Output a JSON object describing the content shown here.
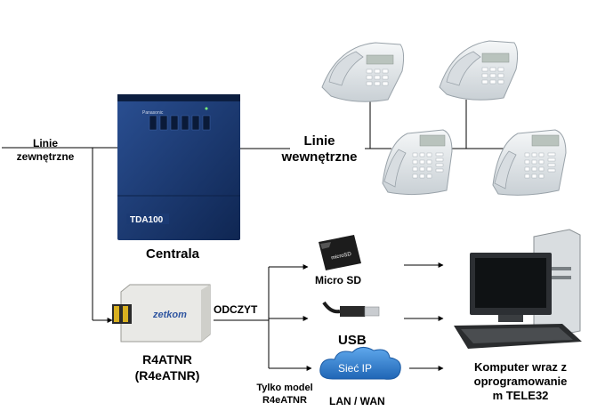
{
  "external_lines_label": "Linie zewnętrzne",
  "internal_lines_label": "Linie wewnętrzne",
  "pbx": {
    "label": "Centrala",
    "brand": "Panasonic",
    "model_badge": "TDA100"
  },
  "recorder": {
    "brand": "zetkom",
    "label_line1": "R4ATNR",
    "label_line2": "(R4eATNR)"
  },
  "read_label": "ODCZYT",
  "outputs": {
    "sd_label": "Micro SD",
    "sd_card_text": "microSD",
    "usb_label": "USB",
    "cloud_text": "Sieć IP",
    "lan_label": "LAN / WAN",
    "only_model_line1": "Tylko model",
    "only_model_line2": "R4eATNR"
  },
  "computer_label": [
    "Komputer wraz z",
    "oprogramowanie",
    "m TELE32"
  ],
  "colors": {
    "pbx_blue": "#1b3a73",
    "cloud_blue": "#2f7fd1",
    "phone_body": "#e8ecef",
    "line": "#000000"
  }
}
